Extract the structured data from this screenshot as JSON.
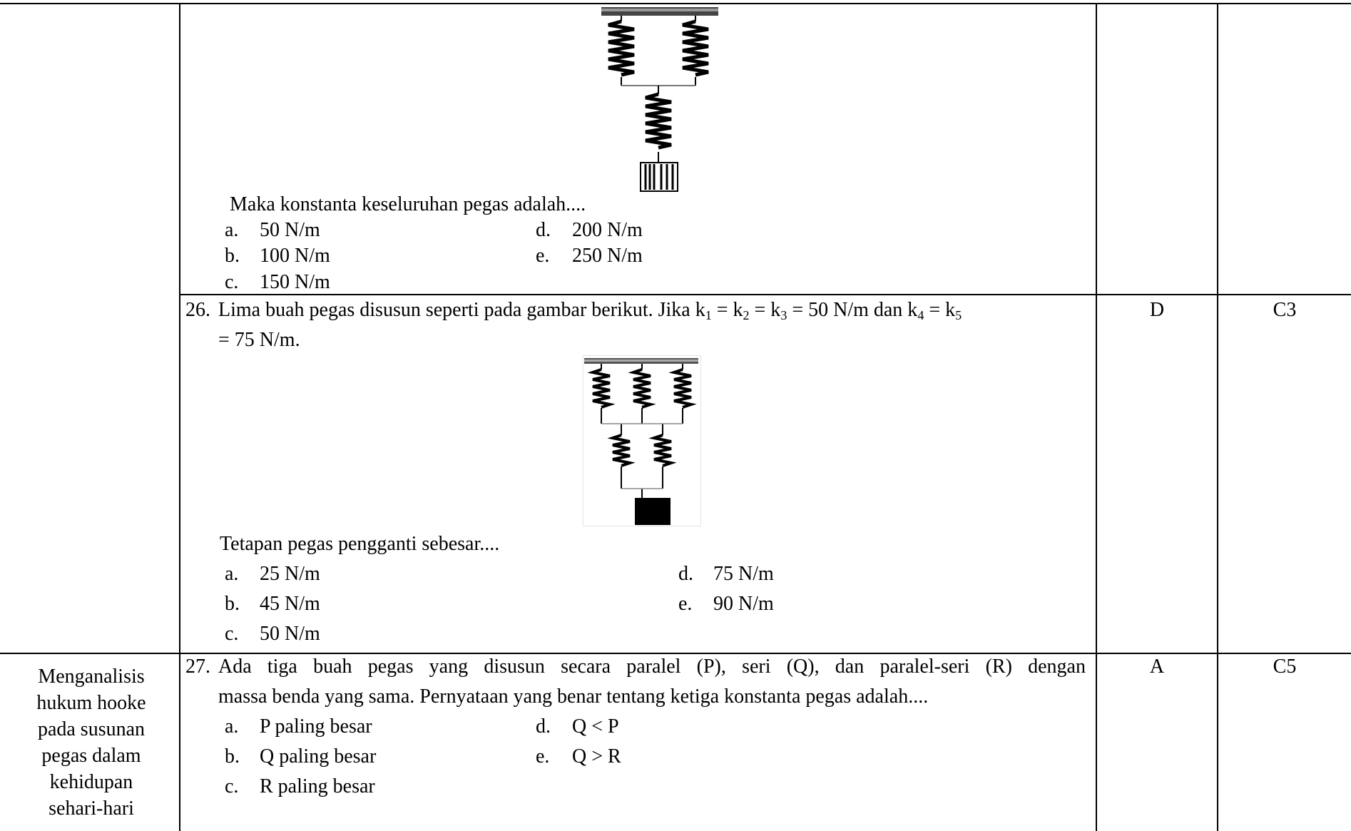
{
  "q25": {
    "prompt": "Maka konstanta keseluruhan pegas adalah....",
    "options": [
      {
        "letter": "a.",
        "text": "50 N/m"
      },
      {
        "letter": "d.",
        "text": "200 N/m"
      },
      {
        "letter": "b.",
        "text": "100 N/m"
      },
      {
        "letter": "e.",
        "text": "250 N/m"
      },
      {
        "letter": "c.",
        "text": "150 N/m"
      }
    ]
  },
  "q26": {
    "number": "26.",
    "stem_part1": "Lima buah pegas disusun seperti pada gambar berikut. Jika k",
    "k1": "1",
    "eq1": " = k",
    "k2": "2",
    "eq2": " = k",
    "k3": "3",
    "eq3": " = 50 N/m dan k",
    "k4": "4",
    "eq4": " = k",
    "k5": "5",
    "stem_line2": "= 75 N/m.",
    "prompt": "Tetapan pegas pengganti sebesar....",
    "options": [
      {
        "letter": "a.",
        "text": "25 N/m"
      },
      {
        "letter": "d.",
        "text": "75 N/m"
      },
      {
        "letter": "b.",
        "text": "45 N/m"
      },
      {
        "letter": "e.",
        "text": "90 N/m"
      },
      {
        "letter": "c.",
        "text": "50 N/m"
      }
    ],
    "key": "D",
    "level": "C3"
  },
  "q27": {
    "number": "27.",
    "stem_line1": "Ada tiga buah pegas yang disusun secara paralel (P), seri (Q), dan paralel-seri (R) dengan",
    "stem_line2": "massa benda yang sama. Pernyataan yang benar tentang ketiga konstanta pegas adalah....",
    "options": [
      {
        "letter": "a.",
        "text": "P paling besar"
      },
      {
        "letter": "d.",
        "text": "Q < P"
      },
      {
        "letter": "b.",
        "text": "Q paling besar"
      },
      {
        "letter": "e.",
        "text": "Q > R"
      },
      {
        "letter": "c.",
        "text": "R paling besar"
      }
    ],
    "key": "A",
    "level": "C5",
    "indicator": [
      "Menganalisis",
      "hukum hooke",
      "pada susunan",
      "pegas dalam",
      "kehidupan",
      "sehari-hari"
    ]
  }
}
